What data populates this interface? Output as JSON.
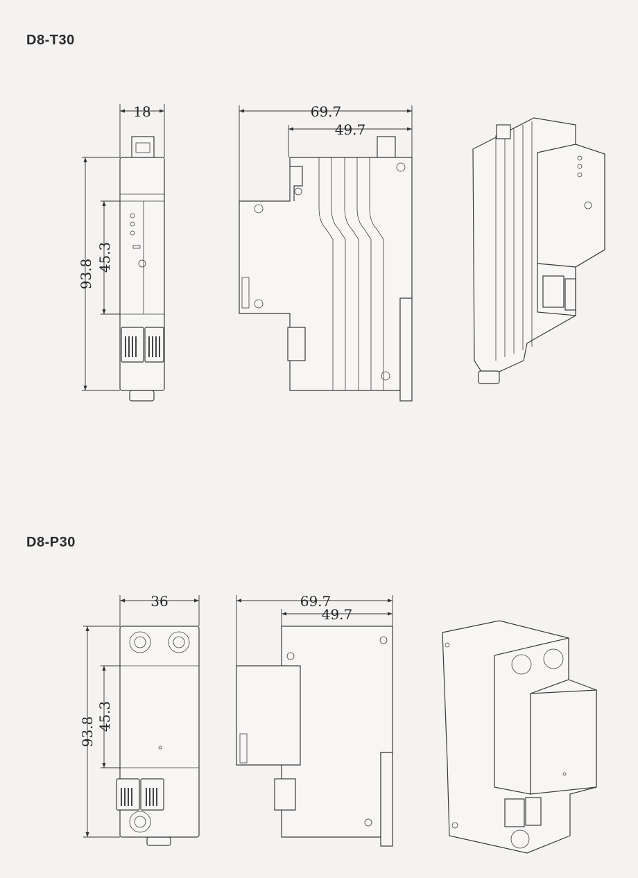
{
  "sections": [
    {
      "title": "D8-T30",
      "dims": {
        "width": "18",
        "depth_total": "69.7",
        "depth_body": "49.7",
        "height_total": "93.8",
        "height_face": "45.3"
      }
    },
    {
      "title": "D8-P30",
      "dims": {
        "width": "36",
        "depth_total": "69.7",
        "depth_body": "49.7",
        "height_total": "93.8",
        "height_face": "45.3"
      }
    }
  ],
  "colors": {
    "background": "#f4f3f1",
    "line": "#3a3a3a",
    "title": "#2a2a2a"
  }
}
